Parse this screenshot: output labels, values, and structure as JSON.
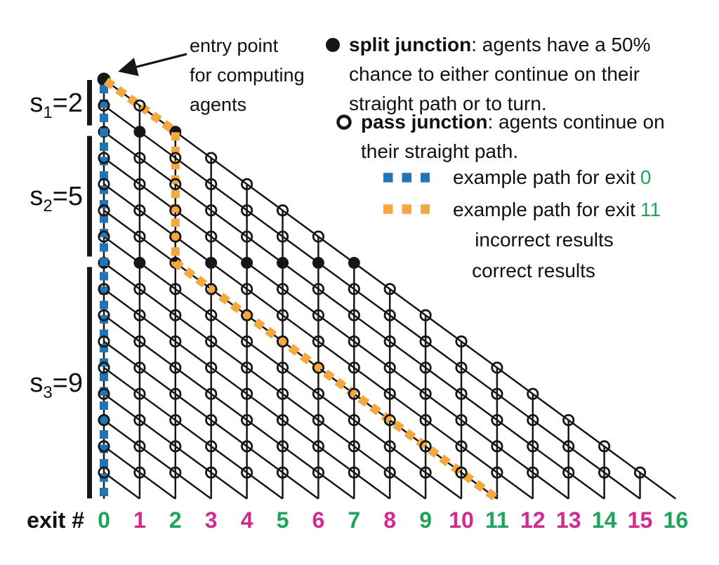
{
  "colors": {
    "line_black": "#161616",
    "path_exit0_blue": "#2374b5",
    "path_exit11_orange": "#f4a83f",
    "incorrect_magenta": "#d12b8f",
    "correct_green": "#1ea45c"
  },
  "annotation": {
    "lines": [
      "entry point",
      "for computing",
      "agents"
    ]
  },
  "legend": {
    "split": {
      "term": "split junction",
      "line1_rest": ": agents have a 50%",
      "line2": "chance to either continue on their",
      "line3": "straight path or to turn."
    },
    "pass": {
      "term": "pass junction",
      "line1_rest": ": agents continue on",
      "line2": "their straight path."
    },
    "example0": {
      "label": "example path for exit",
      "exit": "0"
    },
    "example11": {
      "label": "example path for exit",
      "exit": "11"
    },
    "incorrect_label": "incorrect results",
    "correct_label": "correct results"
  },
  "sections": [
    {
      "base": "s",
      "sub": "1",
      "value": "=2",
      "steps": 2
    },
    {
      "base": "s",
      "sub": "2",
      "value": "=5",
      "steps": 5
    },
    {
      "base": "s",
      "sub": "3",
      "value": "=9",
      "steps": 9
    }
  ],
  "axis": {
    "label": "exit #"
  },
  "exits": {
    "numbers": [
      0,
      1,
      2,
      3,
      4,
      5,
      6,
      7,
      8,
      9,
      10,
      11,
      12,
      13,
      14,
      15,
      16
    ],
    "correct": [
      0,
      2,
      5,
      7,
      9,
      11,
      14,
      16
    ]
  },
  "example_paths": {
    "exit0": {
      "waypoints_row_col": [
        [
          0,
          0
        ],
        [
          16,
          0
        ]
      ]
    },
    "exit11": {
      "waypoints_row_col": [
        [
          0,
          0
        ],
        [
          2,
          2
        ],
        [
          7,
          2
        ],
        [
          16,
          11
        ]
      ]
    }
  }
}
